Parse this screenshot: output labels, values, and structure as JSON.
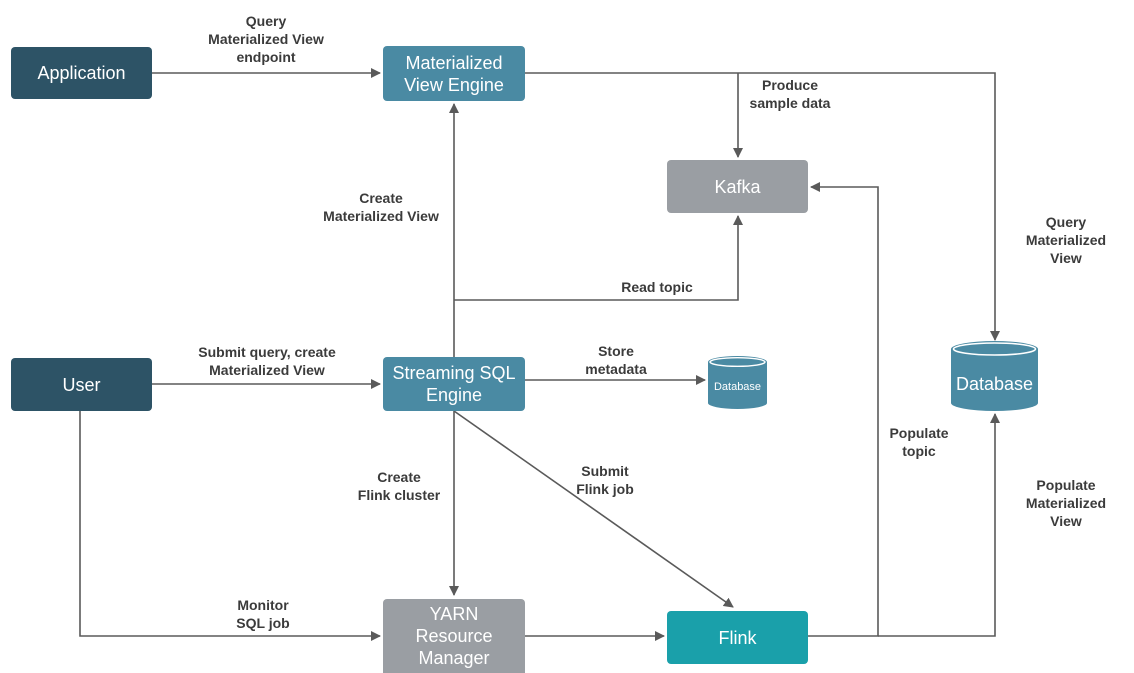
{
  "nodes": {
    "application": "Application",
    "user": "User",
    "mv_engine": "Materialized\nView Engine",
    "ssql_engine": "Streaming SQL\nEngine",
    "kafka": "Kafka",
    "yarn": "YARN\nResource\nManager",
    "flink": "Flink",
    "db_small": "Database",
    "db_large": "Database"
  },
  "edge_labels": {
    "query_mv_endpoint": "Query\nMaterialized View\nendpoint",
    "produce_sample": "Produce\nsample data",
    "create_mv": "Create\nMaterialized View",
    "query_mv": "Query\nMaterialized View",
    "read_topic": "Read topic",
    "submit_query": "Submit query, create\nMaterialized View",
    "store_metadata": "Store\nmetadata",
    "populate_topic": "Populate\ntopic",
    "create_flink_cluster": "Create\nFlink cluster",
    "submit_flink_job": "Submit\nFlink job",
    "populate_mv": "Populate\nMaterialized View",
    "monitor_sql_job": "Monitor\nSQL job"
  },
  "colors": {
    "dark_box": "#2d5366",
    "mid_box": "#4a8aa3",
    "gray_box": "#9a9ea3",
    "teal_box": "#1aa0aa",
    "arrow": "#5a5a5a"
  }
}
